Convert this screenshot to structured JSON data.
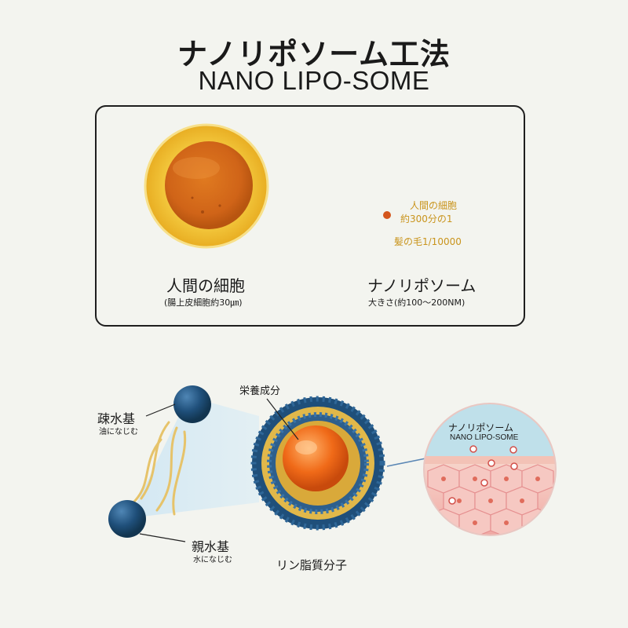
{
  "header": {
    "title_jp": "ナノリポソーム工法",
    "title_en": "NANO LIPO-SOME"
  },
  "comparison": {
    "cell_label": "人間の細胞",
    "cell_size_note": "(腸上皮細胞約30㎛)",
    "nano_label": "ナノリポソーム",
    "nano_size_note": "大きさ(約100〜200NM)",
    "ratio_cell_line1": "人間の細胞",
    "ratio_cell_line2": "約300分の1",
    "ratio_hair": "髪の毛1/10000"
  },
  "diagram": {
    "hydrophobic_label": "疎水基",
    "hydrophobic_note": "油になじむ",
    "hydrophilic_label": "親水基",
    "hydrophilic_note": "水になじむ",
    "nutrient_label": "栄養成分",
    "molecule_label": "リン脂質分子",
    "skin_title_jp": "ナノリポソーム",
    "skin_title_en": "NANO LIPO-SOME"
  },
  "colors": {
    "gold": "#c9941c",
    "orange_core": "#e8661e",
    "blue_head": "#1f4f7a",
    "skin_pink": "#f2b8b0",
    "skin_top": "#bfe0ea"
  }
}
